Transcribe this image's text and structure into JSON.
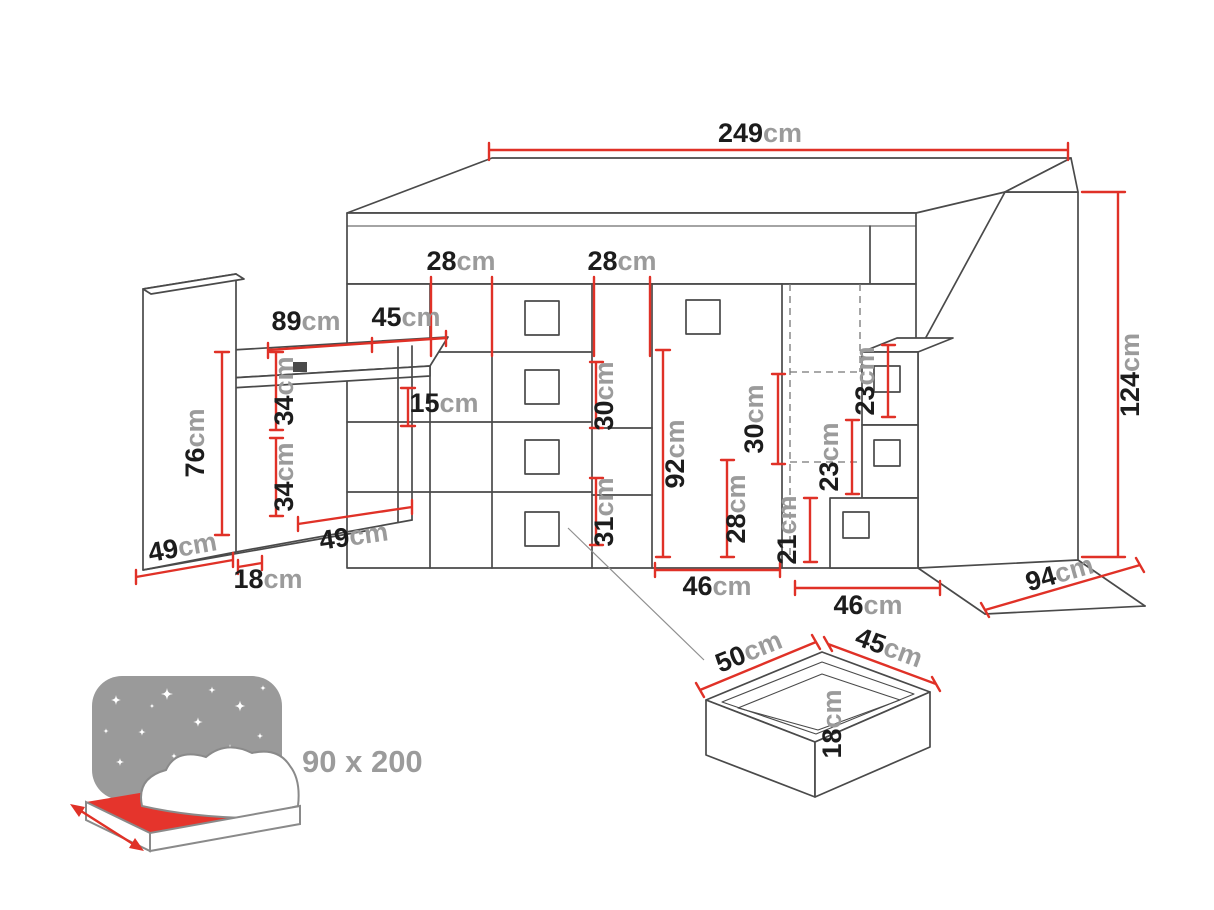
{
  "colors": {
    "dimension_red": "#e03127",
    "line_gray": "#4a4a4a",
    "value_text": "#1c1c1c",
    "unit_text": "#9b9b9b",
    "sky_gray": "#9a9a9a",
    "sheet_red": "#e5342c"
  },
  "icons": {
    "night_sky": "star-sparkles-icon",
    "size_arrow": "double-headed-arrow-icon"
  },
  "dimensions": {
    "total_width": {
      "value": "249",
      "unit": "cm"
    },
    "left_shelf_width": {
      "value": "28",
      "unit": "cm"
    },
    "right_shelf_width": {
      "value": "28",
      "unit": "cm"
    },
    "desk_length": {
      "value": "89",
      "unit": "cm"
    },
    "desk_section": {
      "value": "45",
      "unit": "cm"
    },
    "gap_width": {
      "value": "15",
      "unit": "cm"
    },
    "desk_height": {
      "value": "76",
      "unit": "cm"
    },
    "desk_upper_segment": {
      "value": "34",
      "unit": "cm"
    },
    "desk_lower_segment": {
      "value": "34",
      "unit": "cm"
    },
    "left_panel_depth": {
      "value": "49",
      "unit": "cm"
    },
    "panel_thickness": {
      "value": "18",
      "unit": "cm"
    },
    "mid_panel_depth": {
      "value": "49",
      "unit": "cm"
    },
    "shelf_opening_height": {
      "value": "30",
      "unit": "cm"
    },
    "drawer_front_height": {
      "value": "31",
      "unit": "cm"
    },
    "door_height": {
      "value": "92",
      "unit": "cm"
    },
    "niche_height": {
      "value": "28",
      "unit": "cm"
    },
    "niche_width": {
      "value": "30",
      "unit": "cm"
    },
    "bottom_step_height": {
      "value": "21",
      "unit": "cm"
    },
    "middle_step_height": {
      "value": "23",
      "unit": "cm"
    },
    "top_step_height": {
      "value": "23",
      "unit": "cm"
    },
    "left_opening_width": {
      "value": "46",
      "unit": "cm"
    },
    "right_opening_width": {
      "value": "46",
      "unit": "cm"
    },
    "total_height": {
      "value": "124",
      "unit": "cm"
    },
    "unit_depth": {
      "value": "94",
      "unit": "cm"
    },
    "drawer_width": {
      "value": "50",
      "unit": "cm"
    },
    "drawer_depth": {
      "value": "45",
      "unit": "cm"
    },
    "drawer_height": {
      "value": "18",
      "unit": "cm"
    }
  },
  "mattress": {
    "size": "90 x 200"
  }
}
